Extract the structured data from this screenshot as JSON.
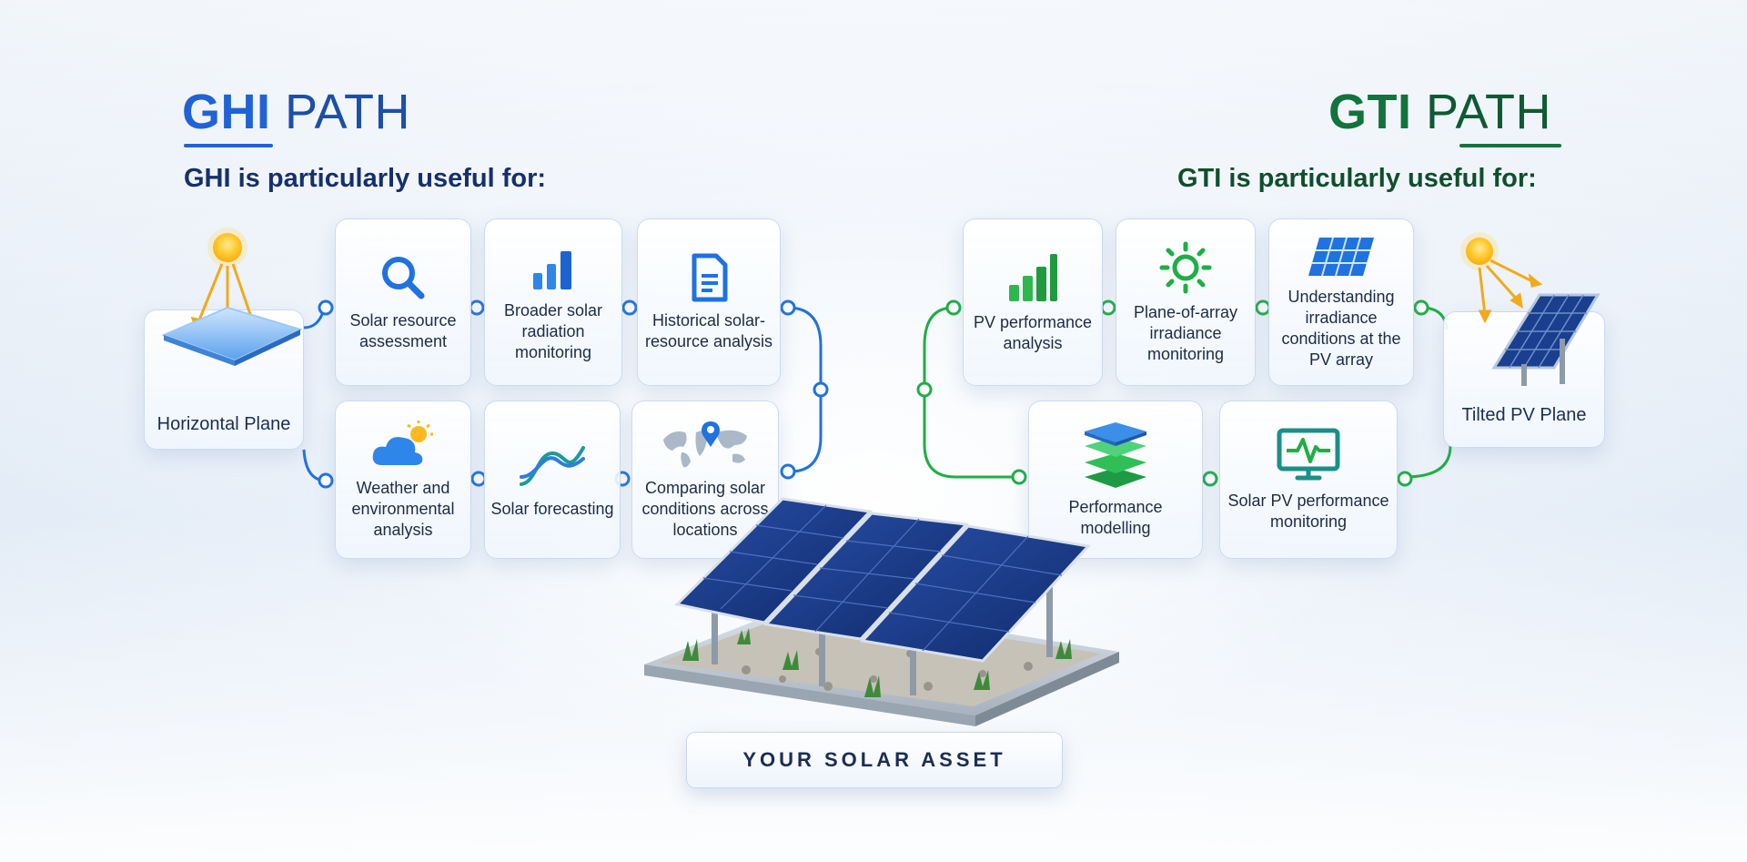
{
  "ghi": {
    "title_bold": "GHI",
    "title_light": "PATH",
    "subtitle": "GHI is particularly useful for:",
    "plane_label": "Horizontal Plane",
    "cards": [
      {
        "label": "Solar resource assessment",
        "icon": "magnifier-icon"
      },
      {
        "label": "Broader solar radiation monitoring",
        "icon": "bar-chart-icon"
      },
      {
        "label": "Historical solar-resource analysis",
        "icon": "document-icon"
      },
      {
        "label": "Weather and environmental analysis",
        "icon": "cloud-sun-icon"
      },
      {
        "label": "Solar forecasting",
        "icon": "wave-icon"
      },
      {
        "label": "Comparing solar conditions across locations",
        "icon": "world-map-pin-icon"
      }
    ],
    "color": "#1f63d6"
  },
  "gti": {
    "title_bold": "GTI",
    "title_light": "PATH",
    "subtitle": "GTI is particularly useful for:",
    "plane_label": "Tilted PV Plane",
    "cards": [
      {
        "label": "PV performance analysis",
        "icon": "bar-chart-icon"
      },
      {
        "label": "Plane-of-array irradiance monitoring",
        "icon": "sun-icon"
      },
      {
        "label": "Understanding irradiance conditions at the PV array",
        "icon": "solar-panel-icon"
      },
      {
        "label": "Performance modelling",
        "icon": "layers-icon"
      },
      {
        "label": "Solar PV performance monitoring",
        "icon": "monitor-pulse-icon"
      }
    ],
    "color": "#12a23c"
  },
  "asset": {
    "label": "YOUR SOLAR ASSET"
  }
}
